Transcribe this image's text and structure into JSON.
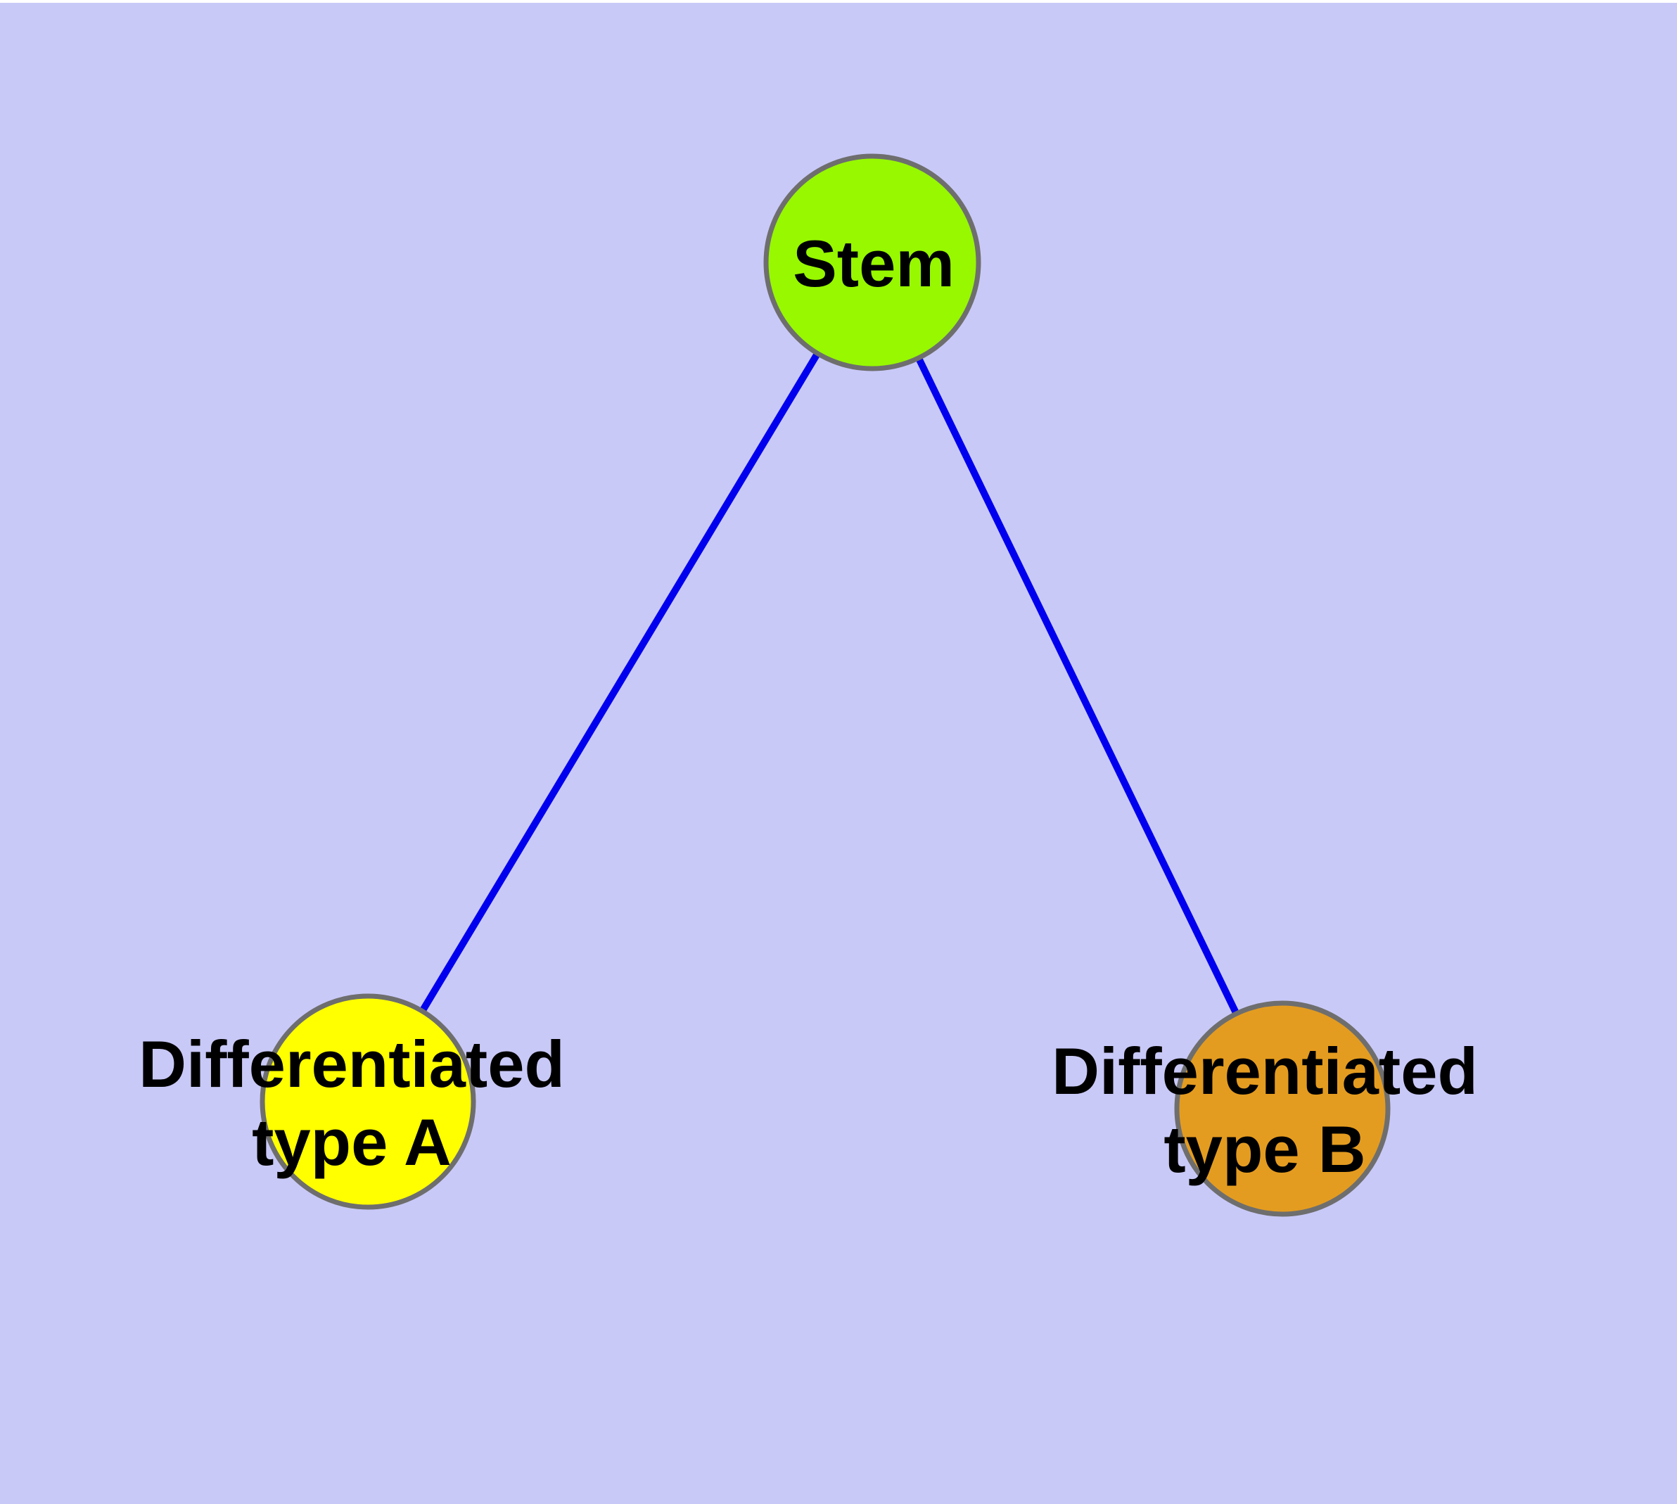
{
  "diagram": {
    "title": "stem-cell-differentiation-graph",
    "background_color": "#C9C9F8",
    "top_margin_color": "#FFFFFF",
    "edge_color": "#0000EE",
    "node_border_color": "#6E6E6E",
    "text_color": "#000000",
    "nodes": {
      "stem": {
        "label": "Stem",
        "color": "#97F800"
      },
      "type_a": {
        "label_line1": "Differentiated",
        "label_line2": "type A",
        "color": "#FFFF00"
      },
      "type_b": {
        "label_line1": "Differentiated",
        "label_line2": "type B",
        "color": "#E49C20"
      }
    },
    "edges": [
      {
        "from": "Stem",
        "to": "Differentiated type A"
      },
      {
        "from": "Stem",
        "to": "Differentiated type B"
      }
    ]
  }
}
